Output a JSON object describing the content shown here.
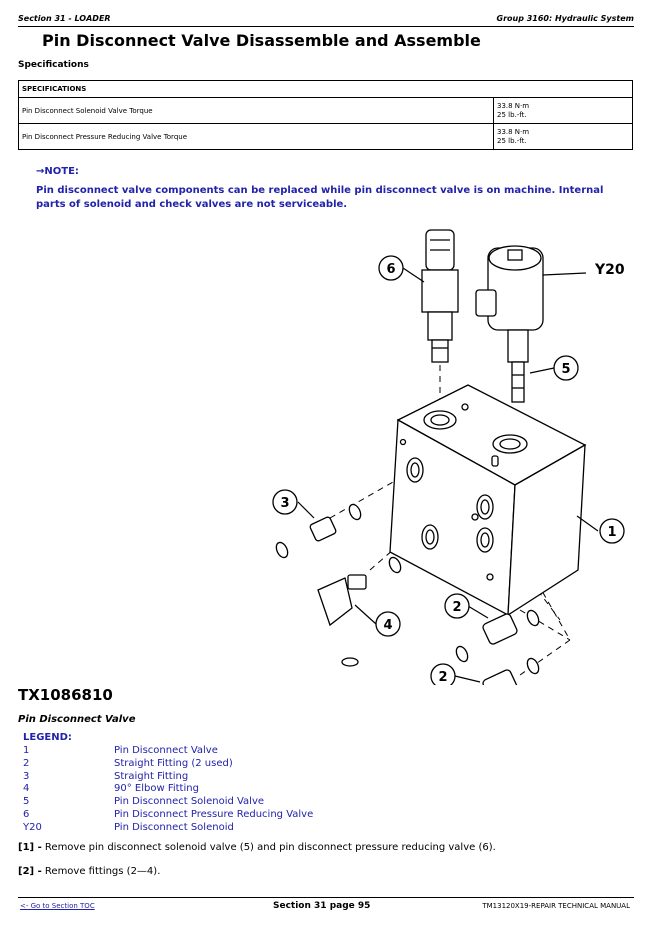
{
  "header": {
    "section": "Section 31 - LOADER",
    "group": "Group 3160: Hydraulic System"
  },
  "title": "Pin Disconnect Valve Disassemble and Assemble",
  "specifications_label": "Specifications",
  "spec_table": {
    "heading": "SPECIFICATIONS",
    "rows": [
      {
        "item": "Pin Disconnect Solenoid Valve Torque",
        "value_metric": "33.8 N·m",
        "value_imperial": "25 lb.-ft."
      },
      {
        "item": "Pin Disconnect Pressure Reducing Valve Torque",
        "value_metric": "33.8 N·m",
        "value_imperial": "25 lb.-ft."
      }
    ]
  },
  "note": {
    "label": "→NOTE:",
    "text": "Pin disconnect valve components can be replaced while pin disconnect valve is on machine. Internal parts of solenoid and check valves are not serviceable."
  },
  "figure": {
    "id": "TX1086810",
    "caption": "Pin Disconnect Valve",
    "callouts": [
      "1",
      "2",
      "2",
      "3",
      "4",
      "5",
      "6"
    ],
    "solenoid_label": "Y20"
  },
  "legend": {
    "label": "LEGEND:",
    "items": [
      {
        "num": "1",
        "text": "Pin Disconnect Valve"
      },
      {
        "num": "2",
        "text": "Straight Fitting (2 used)"
      },
      {
        "num": "3",
        "text": "Straight Fitting"
      },
      {
        "num": "4",
        "text": "90° Elbow Fitting"
      },
      {
        "num": "5",
        "text": "Pin Disconnect Solenoid Valve"
      },
      {
        "num": "6",
        "text": "Pin Disconnect Pressure Reducing Valve"
      },
      {
        "num": "Y20",
        "text": "Pin Disconnect Solenoid"
      }
    ]
  },
  "steps": [
    {
      "num": "[1] -",
      "text": " Remove pin disconnect solenoid valve (5) and pin disconnect pressure reducing valve (6)."
    },
    {
      "num": "[2] -",
      "text": " Remove fittings (2—4)."
    }
  ],
  "footer": {
    "toc_link": "<- Go to Section TOC",
    "page": "Section 31 page 95",
    "manual": "TM13120X19-REPAIR TECHNICAL MANUAL"
  },
  "colors": {
    "accent_blue": "#2222aa",
    "text": "#000000"
  }
}
